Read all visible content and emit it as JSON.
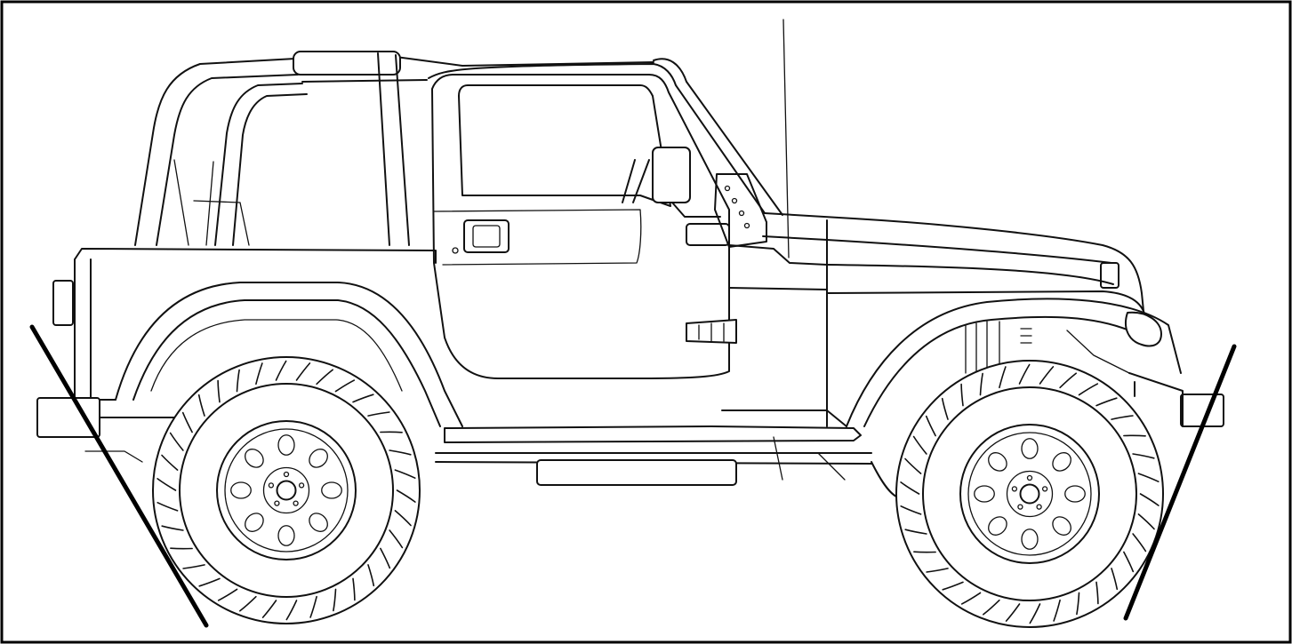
{
  "figure": {
    "subject_icon": "jeep-side-view-line-drawing",
    "stroke_color": "#111111",
    "background_color": "#ffffff",
    "frame_color": "#000000",
    "approach_departure_lines": 2,
    "hole_count_per_wheel": 8
  }
}
